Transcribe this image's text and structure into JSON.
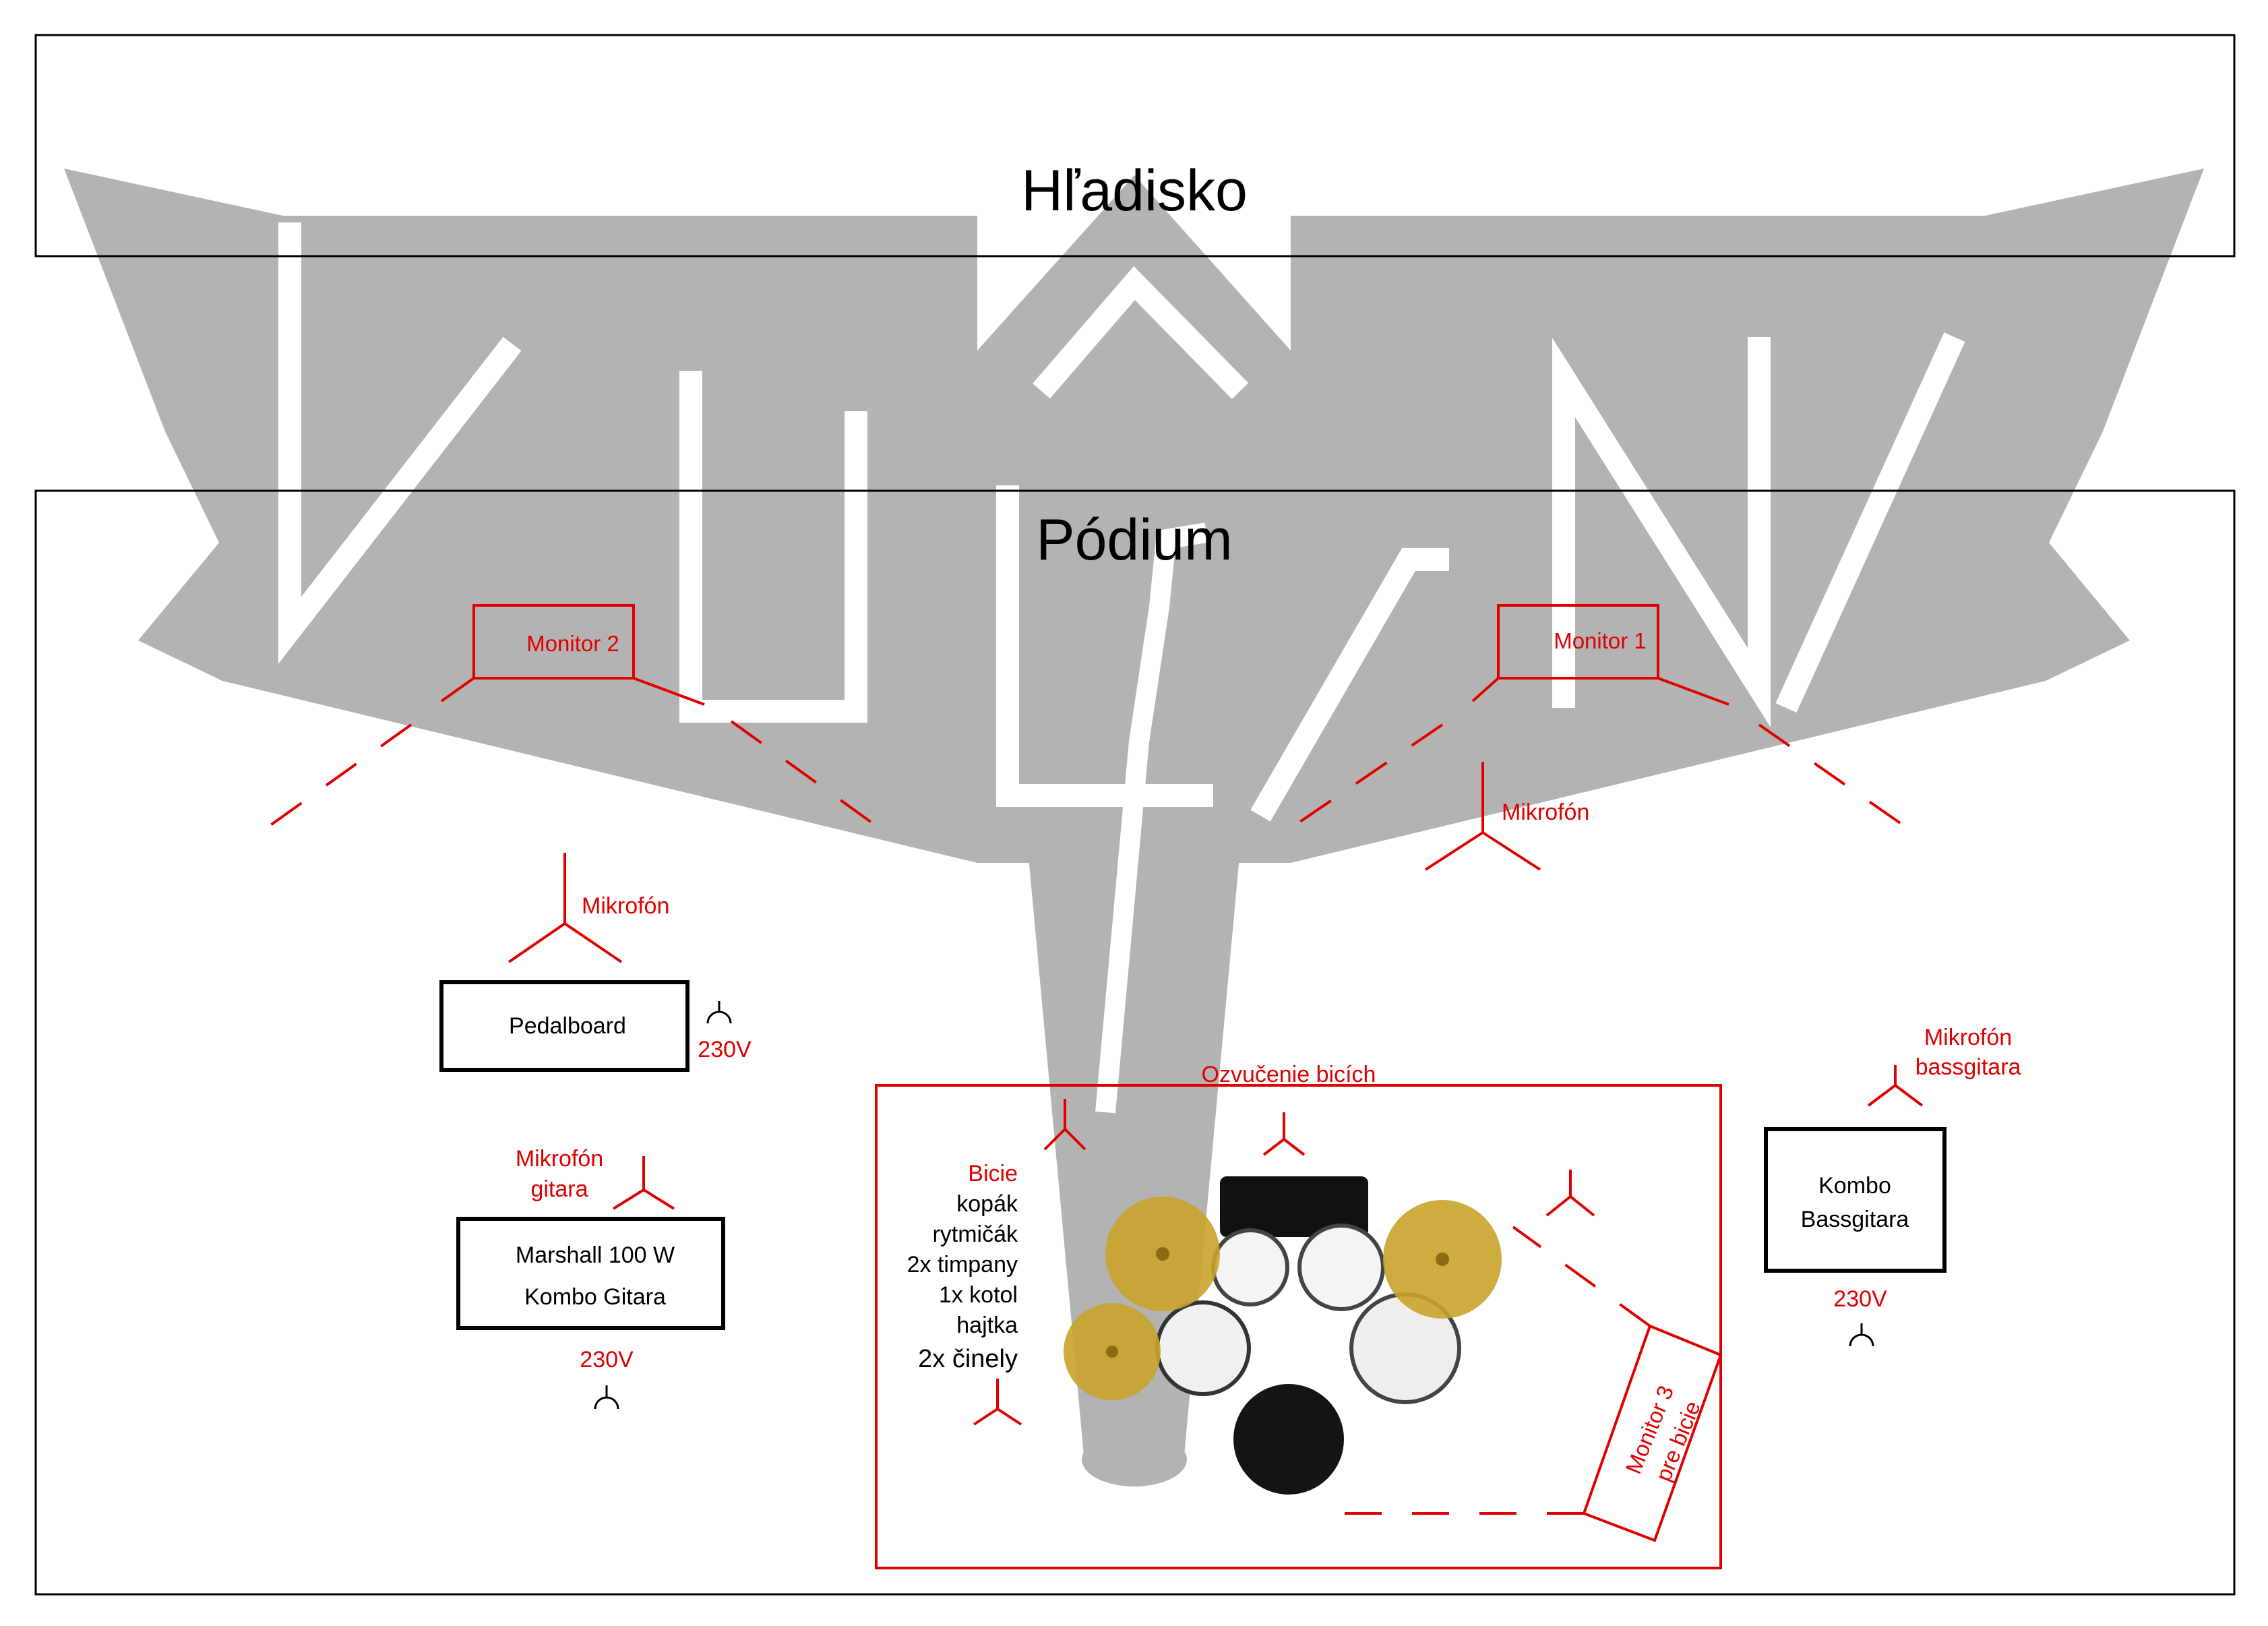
{
  "audience": {
    "label": "Hľadisko"
  },
  "stage": {
    "label": "Pódium"
  },
  "logo": {
    "text": "VULGANA"
  },
  "monitors": {
    "m1": "Monitor 1",
    "m2": "Monitor 2",
    "m3_line1": "Monitor 3",
    "m3_line2": "pre bicie"
  },
  "mics": {
    "center": "Mikrofón",
    "left": "Mikrofón",
    "guitar_line1": "Mikrofón",
    "guitar_line2": "gitara",
    "bass_line1": "Mikrofón",
    "bass_line2": "bassgitara"
  },
  "equipment": {
    "pedalboard": "Pedalboard",
    "marshall_line1": "Marshall 100 W",
    "marshall_line2": "Kombo Gitara",
    "bass_line1": "Kombo",
    "bass_line2": "Bassgitara"
  },
  "power": {
    "pedalboard": "230V",
    "guitar": "230V",
    "bass": "230V"
  },
  "drums": {
    "section_label": "Ozvučenie bicích",
    "title": "Bicie",
    "items": [
      "kopák",
      "rytmičák",
      "2x timpany",
      "1x  kotol",
      "hajtka",
      "2x činely"
    ]
  },
  "colors": {
    "accent": "#e00000",
    "logo_gray": "#b3b3b3",
    "outline": "#000000",
    "cymbal": "#c9a32a"
  }
}
